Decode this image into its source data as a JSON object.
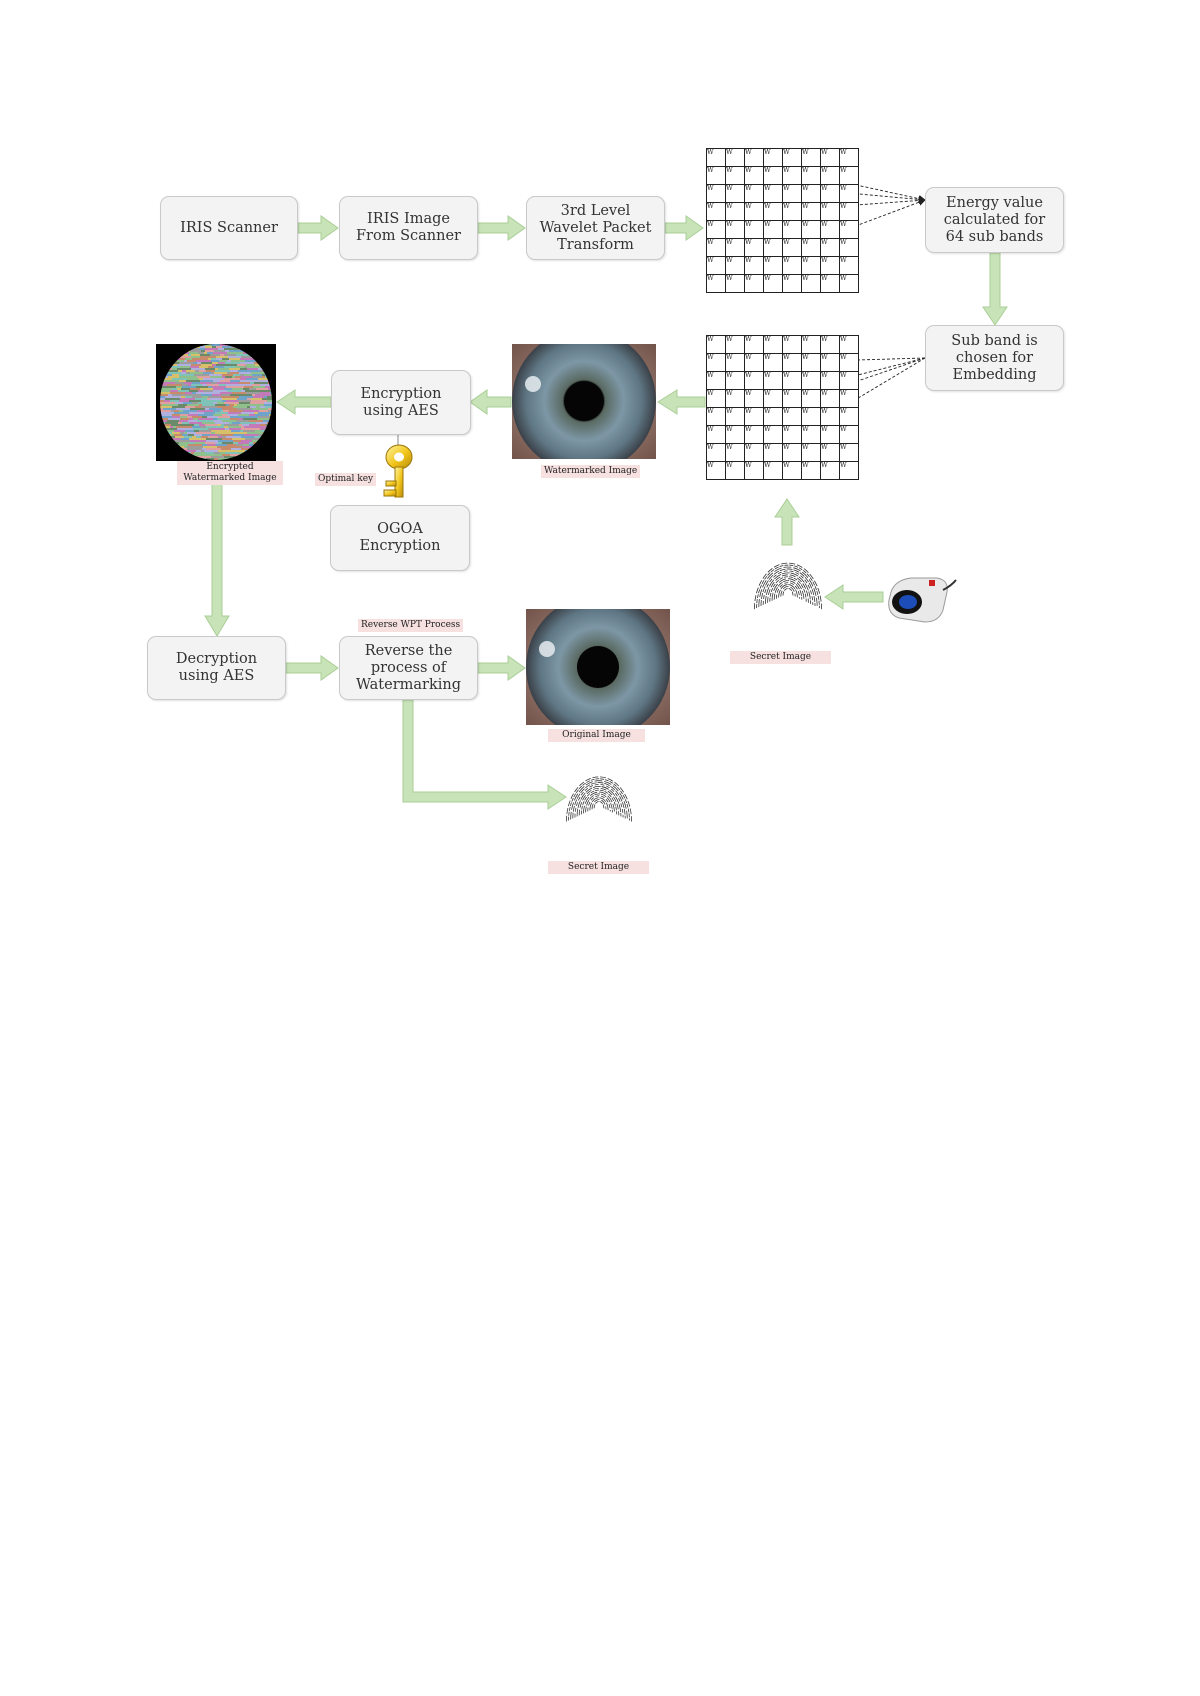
{
  "diagram": {
    "nodes": {
      "iris_scanner": "IRIS Scanner",
      "iris_image": "IRIS Image From Scanner",
      "wavelet": "3rd Level Wavelet Packet Transform",
      "energy": "Energy value calculated for 64 sub bands",
      "subband": "Sub band is chosen for Embedding",
      "encryption_aes": "Encryption using AES",
      "ogoa": "OGOA Encryption",
      "decryption_aes": "Decryption using AES",
      "reverse": "Reverse the process of Watermarking"
    },
    "labels": {
      "encrypted_wm": "Encrypted Watermarked Image",
      "optimal_key": "Optimal key",
      "watermarked": "Watermarked Image",
      "secret_top": "Secret Image",
      "reverse_wpt": "Reverse WPT Process",
      "original": "Original Image",
      "secret_bottom": "Secret Image"
    },
    "grid_symbol": "W",
    "colors": {
      "arrow": "#c9e3b9",
      "arrow_edge": "#a8cf95",
      "box_fill": "#f3f3f3",
      "label_fill": "#f6e0e0"
    }
  }
}
